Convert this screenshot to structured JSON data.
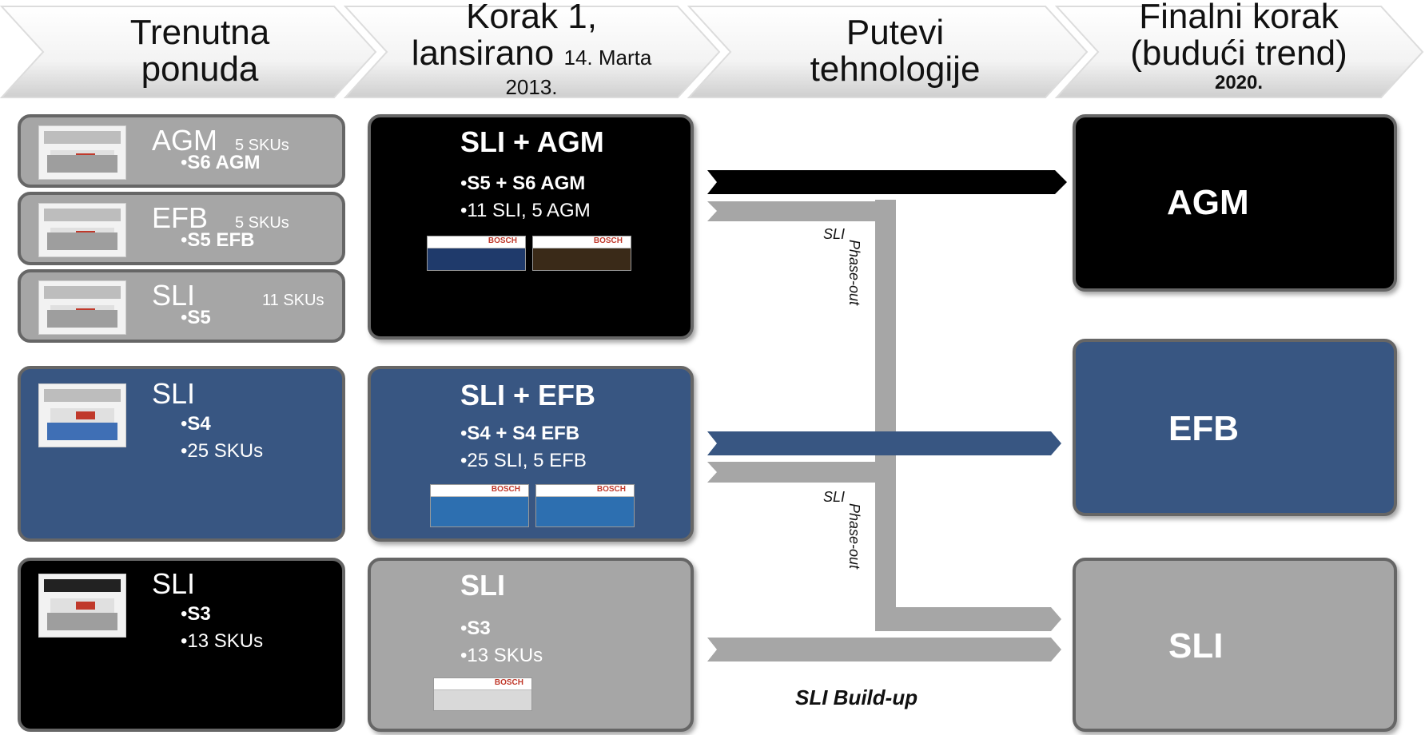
{
  "header": {
    "col1": {
      "line1": "Trenutna",
      "line2": "ponuda"
    },
    "col2": {
      "line1": "Korak 1,",
      "line2_main": "lansirano",
      "line2_small": "14. Marta",
      "line3": "2013."
    },
    "col3": {
      "line1": "Putevi",
      "line2": "tehnologije"
    },
    "col4": {
      "line1": "Finalni korak",
      "line2": "(budući trend)",
      "line3": "2020."
    }
  },
  "current": {
    "agm": {
      "title": "AGM",
      "skus": "5 SKUs",
      "bullet": "S6 AGM"
    },
    "efb": {
      "title": "EFB",
      "skus": "5 SKUs",
      "bullet": "S5 EFB"
    },
    "sli": {
      "title": "SLI",
      "skus": "11 SKUs",
      "bullet": "S5"
    },
    "blue": {
      "title": "SLI",
      "bullet1": "S4",
      "bullet2": "25 SKUs"
    },
    "black": {
      "title": "SLI",
      "bullet1": "S3",
      "bullet2": "13 SKUs"
    }
  },
  "step1": {
    "agm": {
      "title": "SLI + AGM",
      "bullet1": "S5 + S6 AGM",
      "bullet2": "11 SLI, 5 AGM"
    },
    "efb": {
      "title": "SLI + EFB",
      "bullet1": "S4 + S4 EFB",
      "bullet2": "25 SLI, 5 EFB"
    },
    "sli": {
      "title": "SLI",
      "bullet1": "S3",
      "bullet2": "13 SKUs"
    }
  },
  "paths": {
    "phase1_sli": "SLI",
    "phase1_label": "Phase-out",
    "phase2_sli": "SLI",
    "phase2_label": "Phase-out",
    "buildup": "SLI Build-up"
  },
  "final": {
    "agm": "AGM",
    "efb": "EFB",
    "sli": "SLI"
  },
  "brand": "BOSCH",
  "colors": {
    "gray": "#a6a6a6",
    "blue": "#385682",
    "black": "#000000",
    "arrow_gray": "#a6a6a6"
  },
  "bullet_char": "•"
}
